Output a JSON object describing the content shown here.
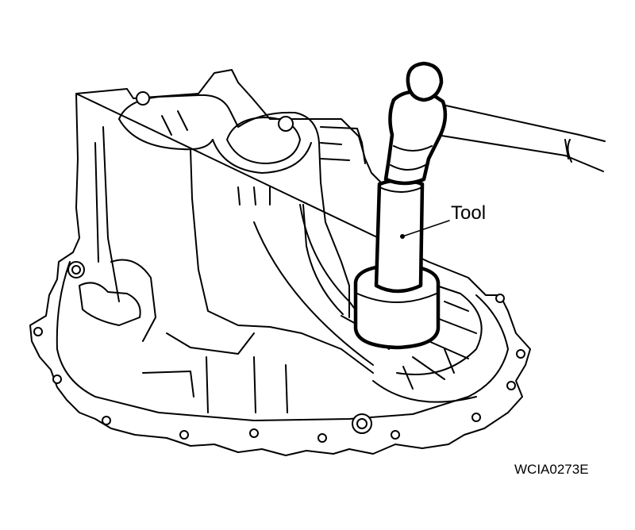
{
  "figure": {
    "callout_label": "Tool",
    "figure_code": "WCIA0273E"
  },
  "components": {
    "housing": "transaxle-case",
    "tool": "installer-tool",
    "hammer": "hammer"
  },
  "colors": {
    "line": "#000000",
    "background": "#ffffff"
  }
}
